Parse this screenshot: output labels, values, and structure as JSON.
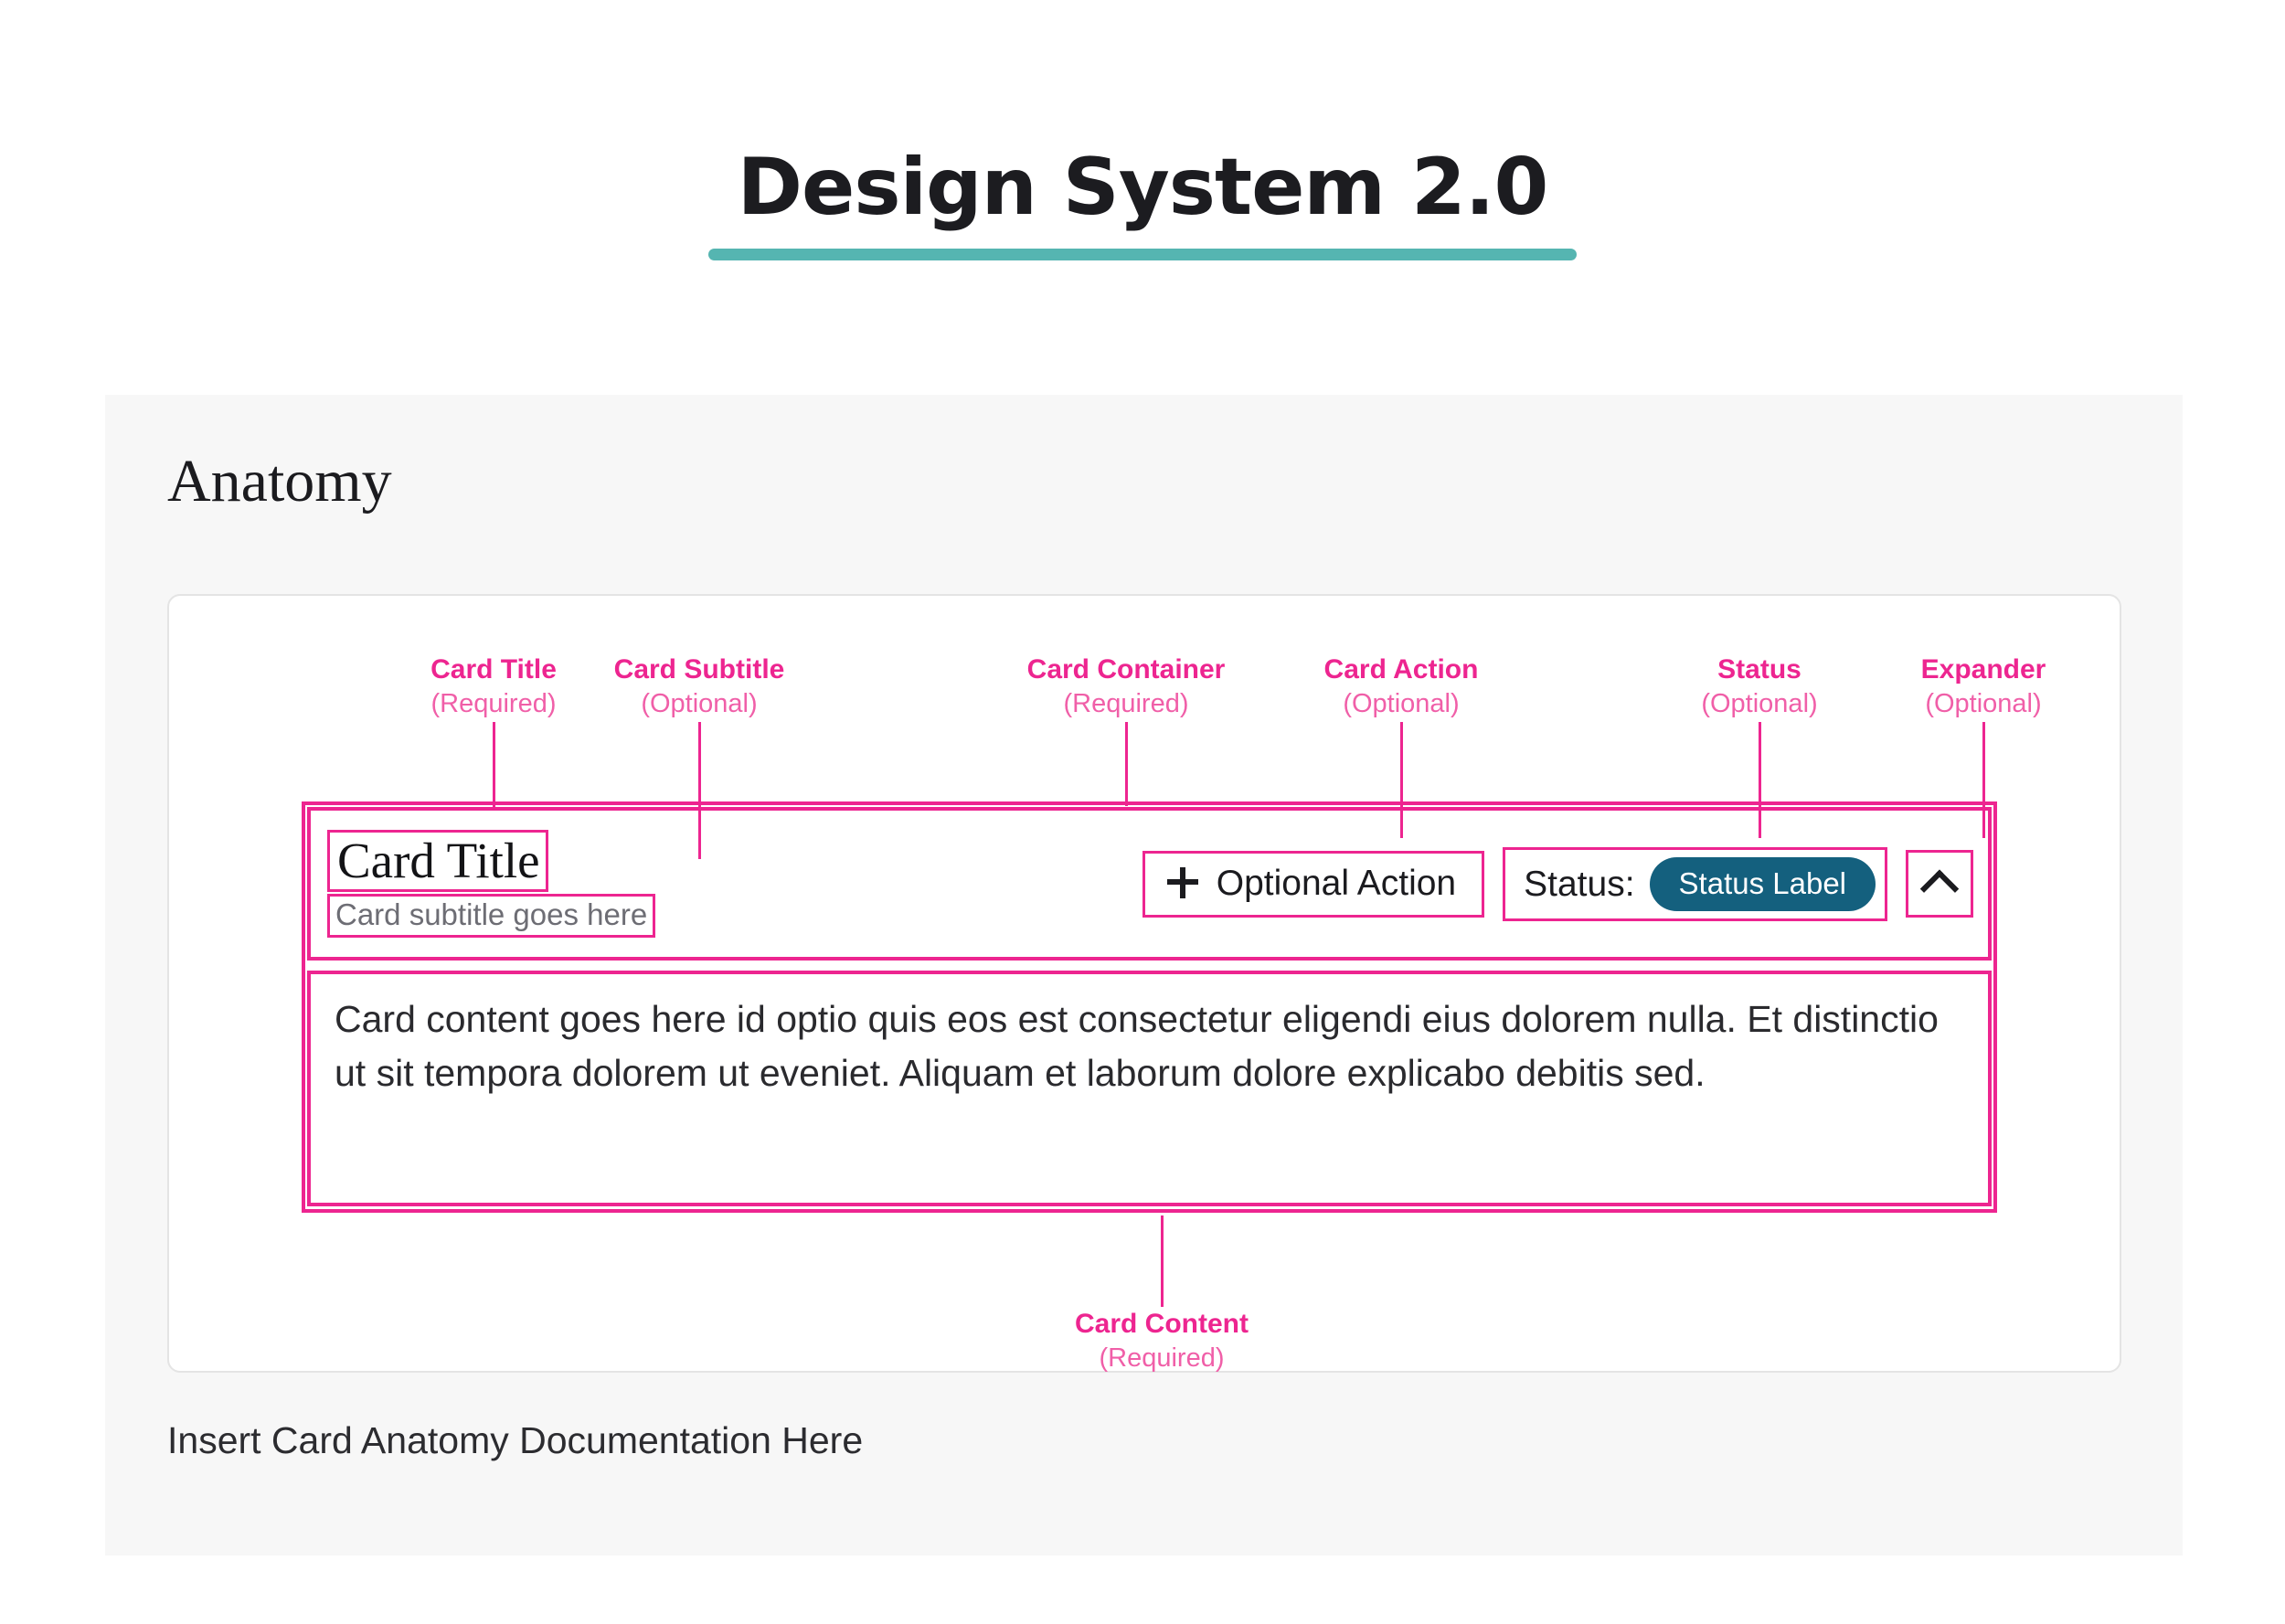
{
  "page": {
    "title": "Design System 2.0",
    "accent_teal": "#55b5b1",
    "accent_pink": "#ed2590",
    "status_badge_color": "#14607e"
  },
  "section": {
    "heading": "Anatomy",
    "footer_note": "Insert Card Anatomy Documentation Here"
  },
  "annotations": [
    {
      "name": "Card Title",
      "requirement": "(Required)"
    },
    {
      "name": "Card Subtitle",
      "requirement": "(Optional)"
    },
    {
      "name": "Card Container",
      "requirement": "(Required)"
    },
    {
      "name": "Card Action",
      "requirement": "(Optional)"
    },
    {
      "name": "Status",
      "requirement": "(Optional)"
    },
    {
      "name": "Expander",
      "requirement": "(Optional)"
    },
    {
      "name": "Card Content",
      "requirement": "(Required)"
    }
  ],
  "card": {
    "title": "Card Title",
    "subtitle": "Card subtitle goes here",
    "action_label": "Optional Action",
    "action_icon": "plus-icon",
    "status_prefix": "Status:",
    "status_label": "Status Label",
    "expander_icon": "chevron-up-icon",
    "content": "Card content goes here id optio quis eos est consectetur eligendi eius dolorem nulla. Et distinctio ut sit tempora dolorem ut eveniet. Aliquam et laborum dolore explicabo debitis sed."
  }
}
